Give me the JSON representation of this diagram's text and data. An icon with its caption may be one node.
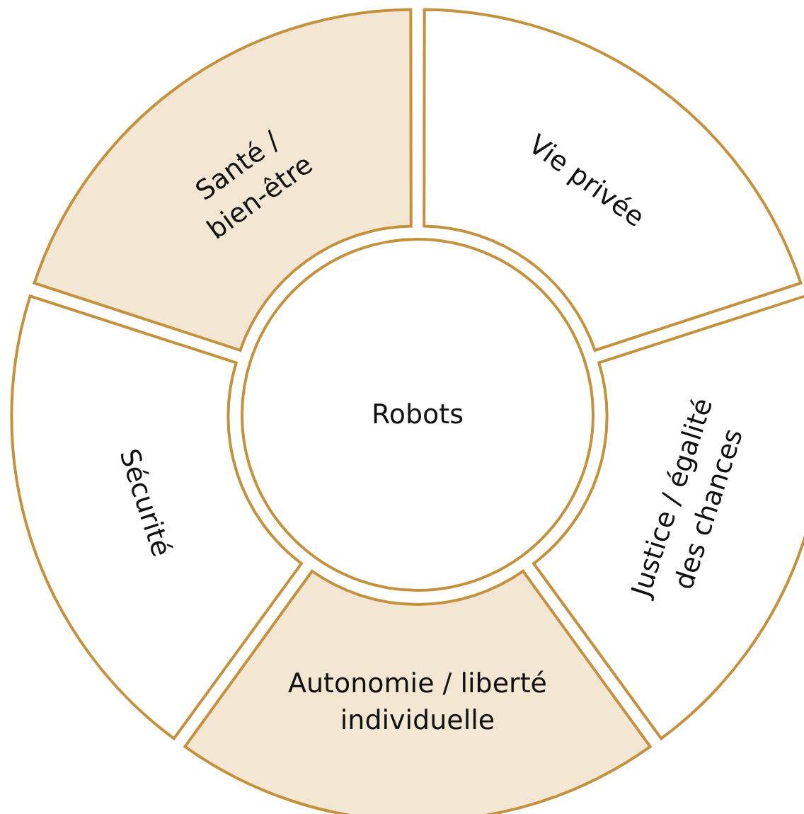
{
  "diagram": {
    "nodes": [
      {
        "text": [
          "Robots"
        ]
      },
      {
        "text": [
          "Santé / bien-être"
        ]
      },
      {
        "text": [
          "Vie privée"
        ]
      },
      {
        "text": [
          "Justice / égalité des chances"
        ]
      },
      {
        "text": [
          "Autonomie / liberté individuelle"
        ]
      },
      {
        "text": [
          "Sécurité"
        ]
      }
    ],
    "edges": []
  }
}
